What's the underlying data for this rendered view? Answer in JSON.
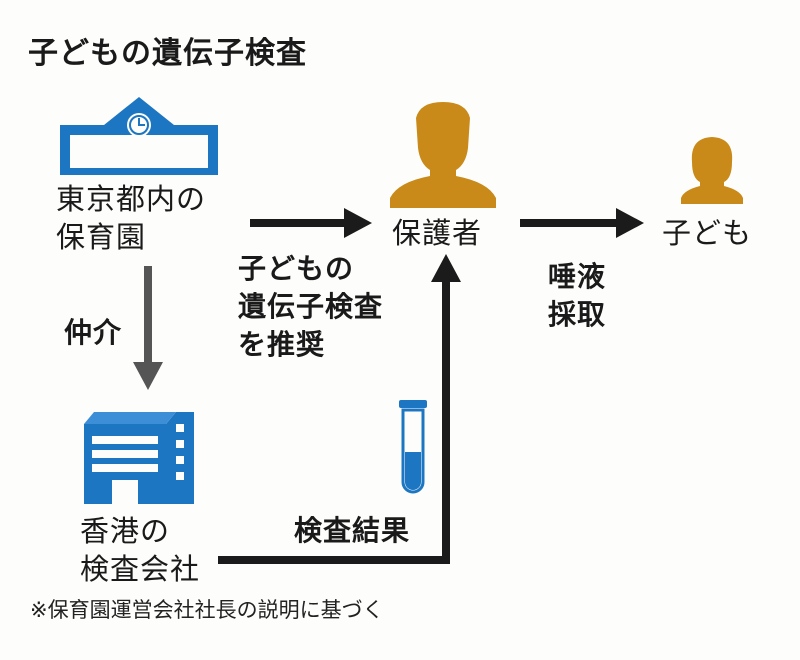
{
  "title": "子どもの遺伝子検査",
  "nodes": {
    "nursery": "東京都内の\n保育園",
    "guardian": "保護者",
    "child": "子ども",
    "lab": "香港の\n検査会社"
  },
  "edges": {
    "nursery_to_lab": "仲介",
    "nursery_to_guardian": "子どもの\n遺伝子検査\nを推奨",
    "guardian_to_child": "唾液\n採取",
    "lab_to_guardian": "検査結果"
  },
  "footnote": "※保育園運営会社社長の説明に基づく",
  "colors": {
    "accent_blue": "#1d76c2",
    "person_gold": "#c98a1a",
    "arrow_dark": "#1b1b1b",
    "arrow_gray": "#555555"
  },
  "icons": {
    "nursery": "school-clock-building-icon",
    "guardian": "adult-person-icon",
    "child": "child-person-icon",
    "lab": "office-building-icon",
    "sample": "test-tube-icon"
  }
}
